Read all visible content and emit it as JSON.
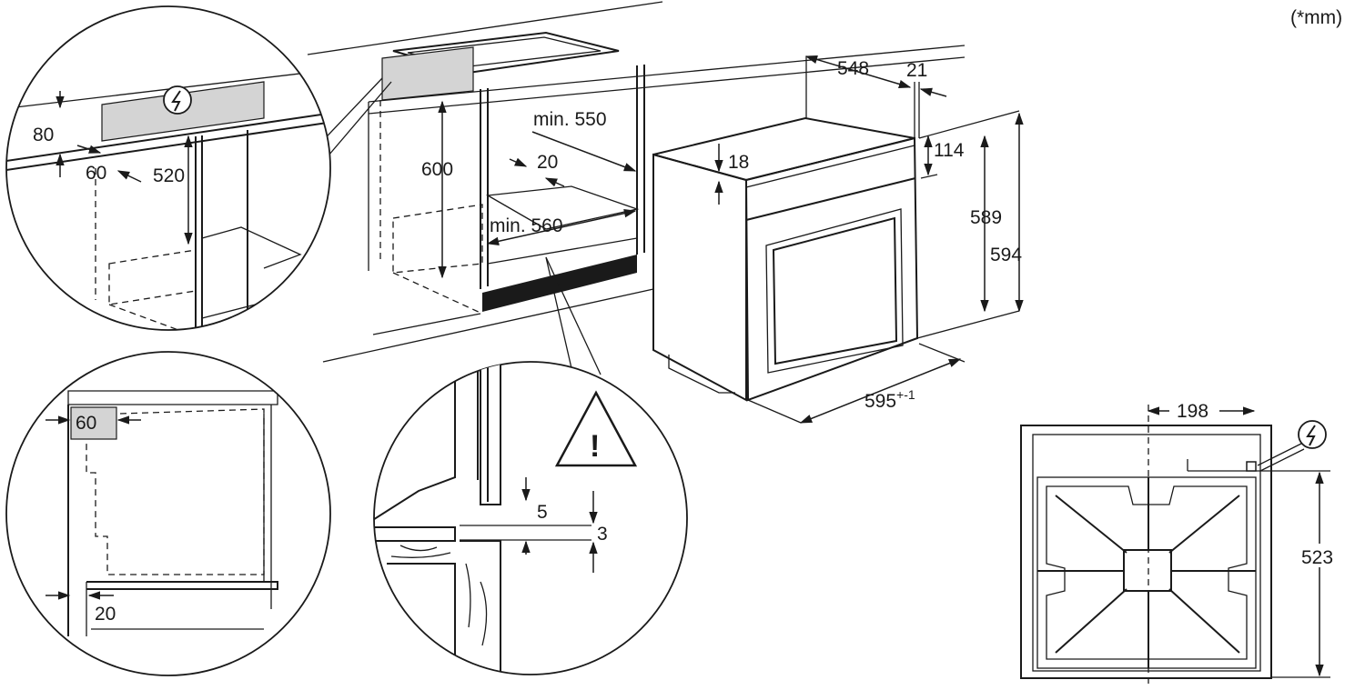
{
  "units_note": "(*mm)",
  "cabinet": {
    "height_label": "600",
    "depth_min_label": "min. 550",
    "gap_label": "20",
    "width_min_label": "min. 560"
  },
  "oven": {
    "depth_label": "548",
    "door_label": "21",
    "top_offset_label": "18",
    "panel_label": "114",
    "height_inner_label": "589",
    "height_outer_label": "594",
    "width_label": "595",
    "width_tolerance": "+-1"
  },
  "detail_top_left": {
    "d80": "80",
    "d60": "60",
    "d520": "520",
    "symbol": "electric-connection"
  },
  "detail_bottom_left": {
    "d60": "60",
    "d20": "20"
  },
  "detail_center": {
    "d5": "5",
    "d3": "3",
    "warning": "!"
  },
  "rear_view": {
    "d198": "198",
    "d523": "523"
  }
}
